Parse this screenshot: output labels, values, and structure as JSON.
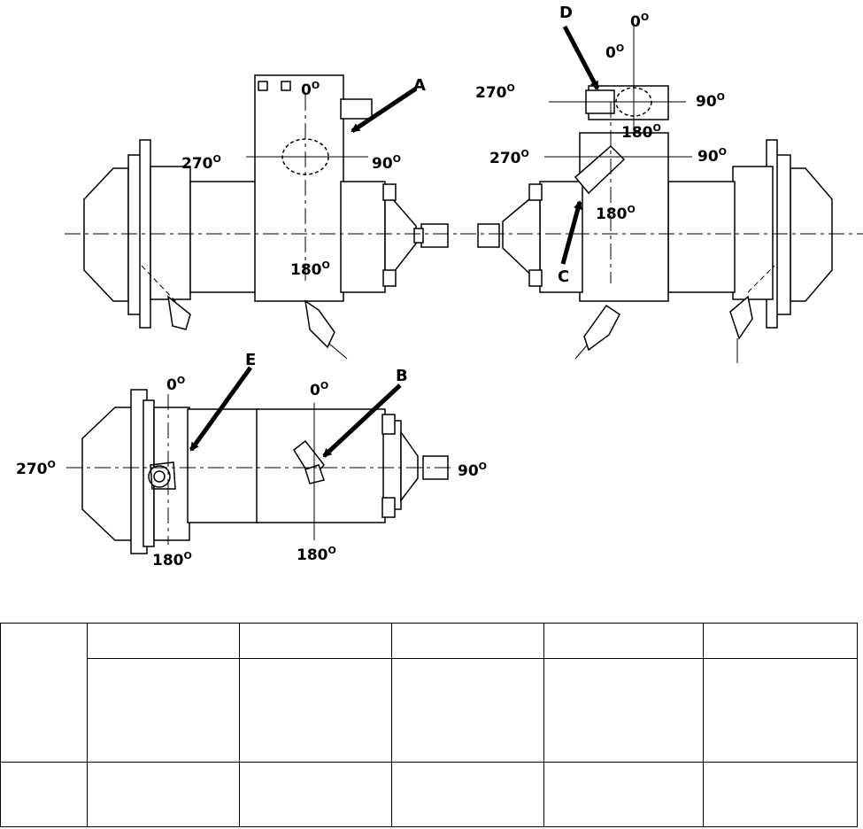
{
  "callouts": {
    "a": "A",
    "b": "B",
    "c": "C",
    "d": "D",
    "e": "E"
  },
  "port_angles": {
    "deg0": "0",
    "deg90": "90",
    "deg180": "180",
    "deg270": "270",
    "degree_mark": "O"
  },
  "table": {
    "rows": 3,
    "columns": 6
  }
}
